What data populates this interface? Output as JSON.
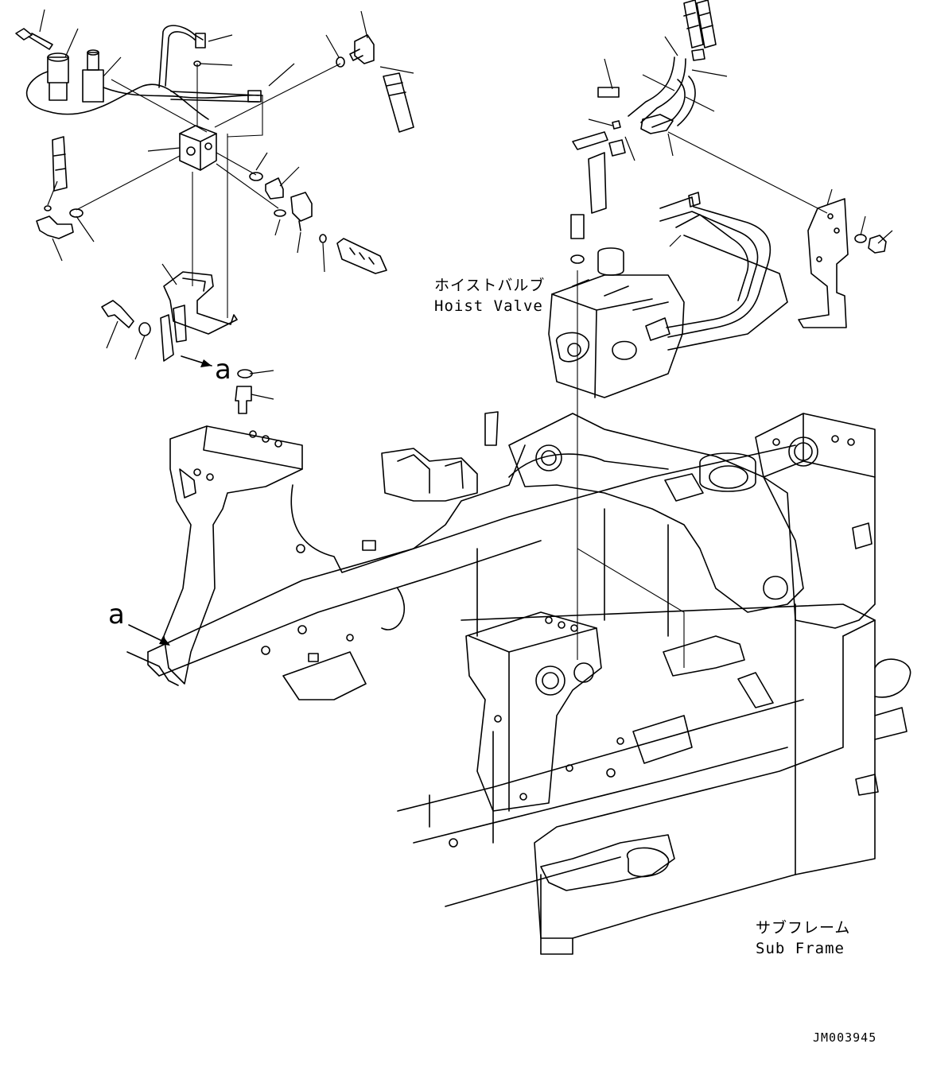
{
  "labels": {
    "hoist_valve_jp": "ホイストバルブ",
    "hoist_valve_en": "Hoist Valve",
    "sub_frame_jp": "サブフレーム",
    "sub_frame_en": "Sub Frame"
  },
  "reference_marks": {
    "upper": "a",
    "lower": "a"
  },
  "drawing_code": "JM003945"
}
